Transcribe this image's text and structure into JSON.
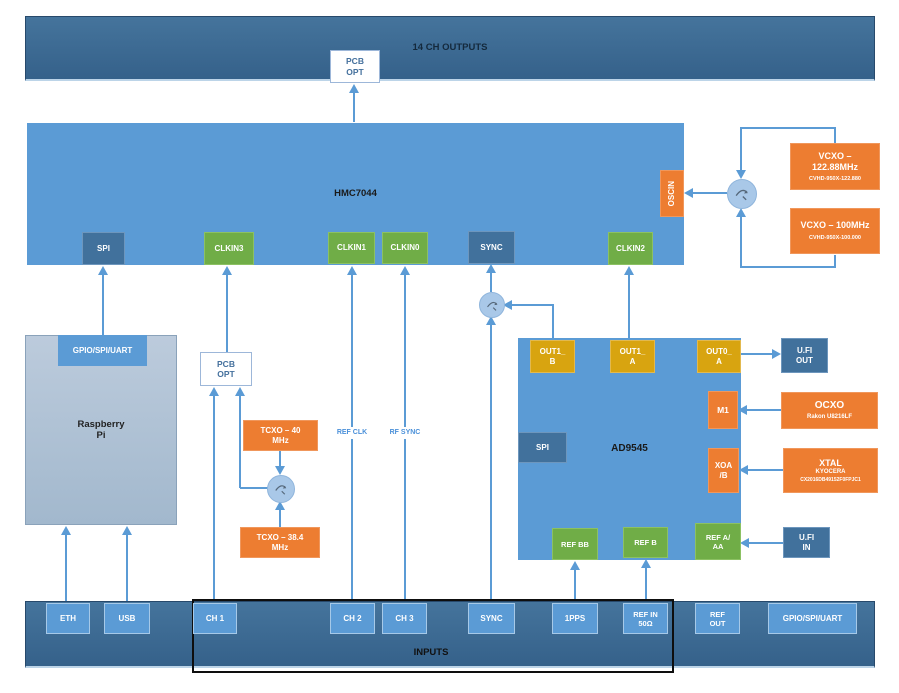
{
  "colors": {
    "bar_blue": "#3d6a91",
    "box_blue": "#5b9bd5",
    "dark_blue": "#41719c",
    "green": "#70ad47",
    "orange": "#ed7d31",
    "gold": "#d8a410",
    "line_blue": "#5b9bd5",
    "yellow_arrow": "#ffc000"
  },
  "top_bar": {
    "label": "14 CH OUTPUTS"
  },
  "pcb_opt_top": {
    "line1": "PCB",
    "line2": "OPT"
  },
  "hmc7044": {
    "label": "HMC7044",
    "spi": "SPI",
    "clkin3": "CLKIN3",
    "clkin1": "CLKIN1",
    "clkin0": "CLKIN0",
    "sync": "SYNC",
    "clkin2": "CLKIN2",
    "oscin": "OSCIN"
  },
  "vcxo_122": {
    "line1": "VCXO –",
    "line2": "122.88MHz",
    "part": "CVHD-950X-122.880"
  },
  "vcxo_100": {
    "line1": "VCXO – 100MHz",
    "part": "CVHD-950X-100.000"
  },
  "raspberry_pi": {
    "header": "GPIO/SPI/UART",
    "line1": "Raspberry",
    "line2": "Pi"
  },
  "pcb_opt_mid": {
    "line1": "PCB",
    "line2": "OPT"
  },
  "tcxo_40": {
    "line1": "TCXO – 40",
    "line2": "MHz"
  },
  "tcxo_384": {
    "line1": "TCXO – 38.4",
    "line2": "MHz"
  },
  "wire_labels": {
    "ref_clk": "REF CLK",
    "rf_sync": "RF SYNC"
  },
  "ad9545": {
    "label": "AD9545",
    "out1_b": {
      "line1": "OUT1_",
      "line2": "B"
    },
    "out1_a": {
      "line1": "OUT1_",
      "line2": "A"
    },
    "out0_a": {
      "line1": "OUT0_",
      "line2": "A"
    },
    "spi": "SPI",
    "m1": "M1",
    "xoa_b": {
      "line1": "XOA",
      "line2": "/B"
    },
    "ref_bb": "REF BB",
    "ref_b": "REF B",
    "ref_a_aa": {
      "line1": "REF A/",
      "line2": "AA"
    }
  },
  "right_column": {
    "ufi_out": {
      "line1": "U.FI",
      "line2": "OUT"
    },
    "ocxo": {
      "title": "OCXO",
      "part": "Rakon U8216LF"
    },
    "xtal": {
      "title": "XTAL",
      "maker": "KYOCERA",
      "part": "CX2016DB49152F0FPJC1"
    },
    "ufi_in": {
      "line1": "U.FI",
      "line2": "IN"
    }
  },
  "bottom_bar": {
    "label": "INPUTS",
    "eth": "ETH",
    "usb": "USB",
    "ch1": "CH 1",
    "ch2": "CH 2",
    "ch3": "CH 3",
    "sync": "SYNC",
    "pps": "1PPS",
    "ref_in": {
      "line1": "REF IN",
      "line2": "50Ω"
    },
    "ref_out": {
      "line1": "REF",
      "line2": "OUT"
    },
    "gpio": "GPIO/SPI/UART"
  }
}
